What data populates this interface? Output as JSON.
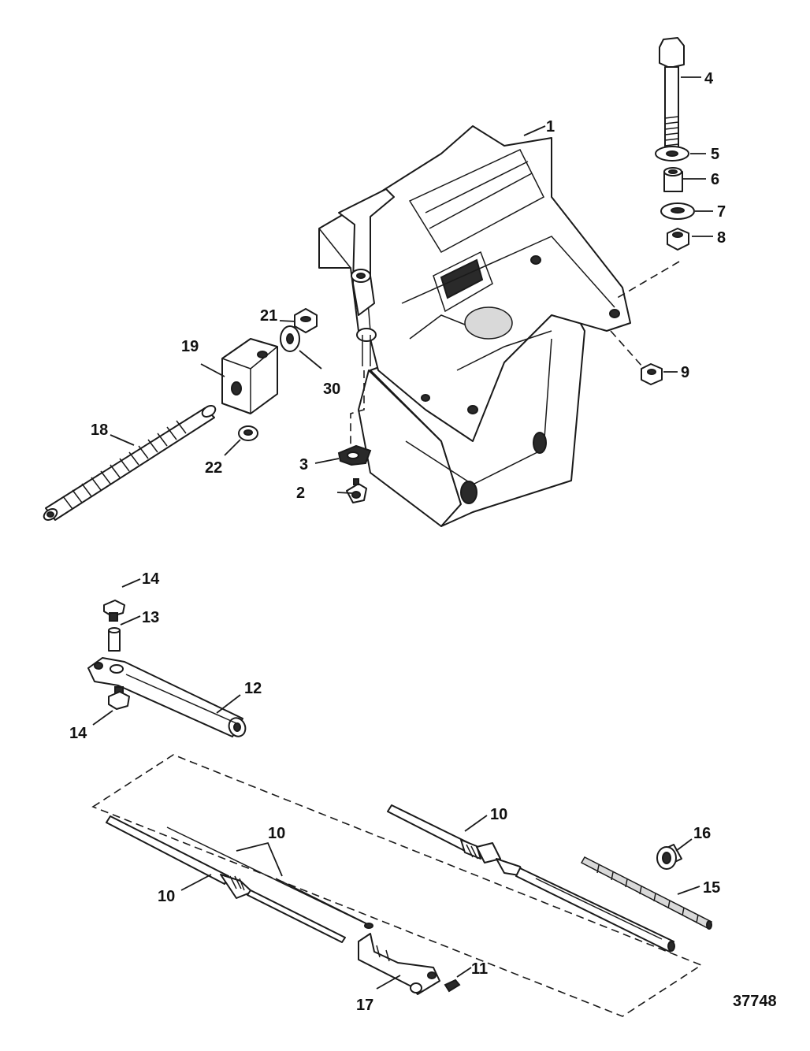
{
  "figure_number": "37748",
  "callouts": {
    "c1": "1",
    "c2": "2",
    "c3": "3",
    "c4": "4",
    "c5": "5",
    "c6": "6",
    "c7": "7",
    "c8": "8",
    "c9": "9",
    "c10a": "10",
    "c10b": "10",
    "c10c": "10",
    "c11": "11",
    "c12": "12",
    "c13": "13",
    "c14a": "14",
    "c14b": "14",
    "c15": "15",
    "c16": "16",
    "c17": "17",
    "c18": "18",
    "c19": "19",
    "c21": "21",
    "c22": "22",
    "c30": "30"
  }
}
